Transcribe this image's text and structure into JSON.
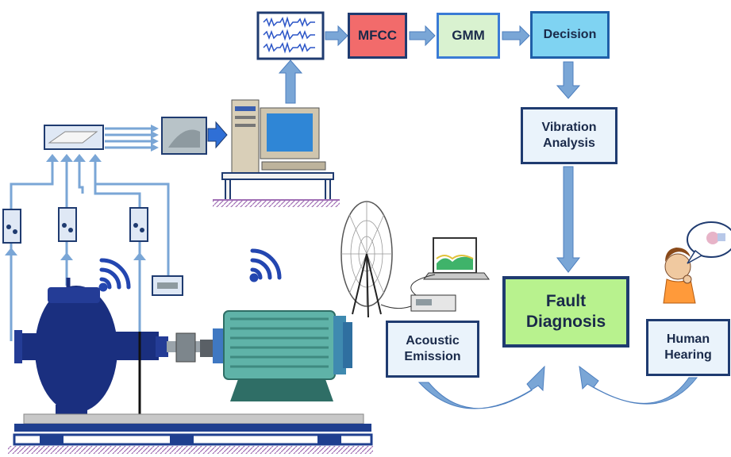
{
  "blocks": {
    "mfcc": "MFCC",
    "gmm": "GMM",
    "decision": "Decision",
    "vibration": [
      "Vibration",
      "Analysis"
    ],
    "fault": [
      "Fault",
      "Diagnosis"
    ],
    "acoustic": [
      "Acoustic",
      "Emission"
    ],
    "human": [
      "Human",
      "Hearing"
    ]
  },
  "colors": {
    "arrow": "#7aa6d6",
    "pump": "#1a2f7f",
    "motor": "#5fb3a8",
    "base": "#1f3f8f",
    "wifi": "#2346b0"
  }
}
